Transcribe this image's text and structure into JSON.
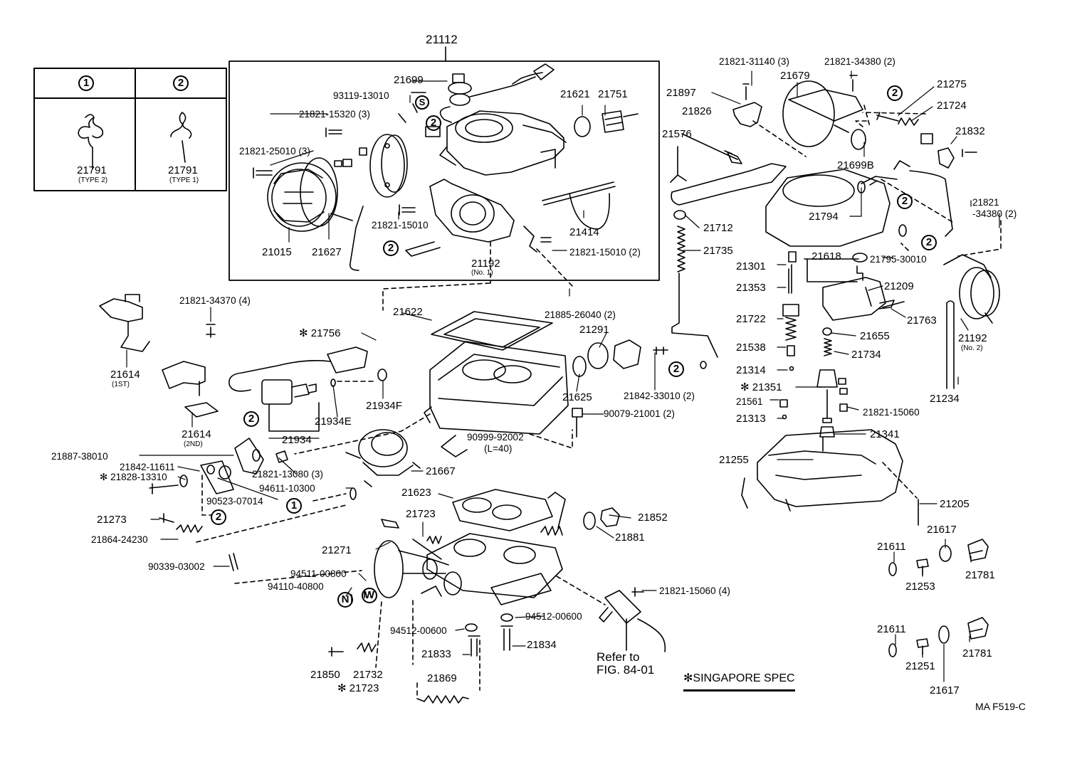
{
  "diagram": {
    "assembly_number": "21112",
    "legend": {
      "headers": [
        "1",
        "2"
      ],
      "items": [
        {
          "part": "21791",
          "type": "(TYPE 2)"
        },
        {
          "part": "21791",
          "type": "(TYPE 1)"
        }
      ]
    },
    "labels": {
      "p21699": "21699",
      "p93119": "93119-13010",
      "p21821_15320": "21821-15320 (3)",
      "p21821_25010": "21821-25010 (3)",
      "p21621": "21621",
      "p21751": "21751",
      "p21015": "21015",
      "p21627": "21627",
      "p21821_15010": "21821-15010",
      "p21414": "21414",
      "p21192_1": "21192",
      "p21192_1_sub": "(No. 1)",
      "p21821_15010_2": "21821-15010 (2)",
      "p21885": "21885-26040 (2)",
      "p21821_31140": "21821-31140 (3)",
      "p21679": "21679",
      "p21821_34380_top": "21821-34380 (2)",
      "p21275": "21275",
      "p21897": "21897",
      "p21826": "21826",
      "p21724": "21724",
      "p21832": "21832",
      "p21576": "21576",
      "p21699b": "21699B",
      "p21794": "21794",
      "p21821_34380_r1": "21821",
      "p21821_34380_r2": "-34380 (2)",
      "p21712": "21712",
      "p21795": "21795-30010",
      "p21735": "21735",
      "p21618": "21618",
      "p21301": "21301",
      "p21353": "21353",
      "p21209": "21209",
      "p21763": "21763",
      "p21722": "21722",
      "p21655": "21655",
      "p21192_2": "21192",
      "p21192_2_sub": "(No. 2)",
      "p21538": "21538",
      "p21734": "21734",
      "p21314": "21314",
      "p21351": "21351",
      "p21561": "21561",
      "p21821_15060": "21821-15060",
      "p21313": "21313",
      "p21234": "21234",
      "p21341": "21341",
      "p21255": "21255",
      "p21205": "21205",
      "p21611_a": "21611",
      "p21617_a": "21617",
      "p21781_a": "21781",
      "p21253": "21253",
      "p21611_b": "21611",
      "p21251": "21251",
      "p21781_b": "21781",
      "p21617_b": "21617",
      "p21821_34370": "21821-34370 (4)",
      "p21622": "21622",
      "p21756": "21756",
      "p21291": "21291",
      "p21614_1": "21614",
      "p21614_1_sub": "(1ST)",
      "p21614_2": "21614",
      "p21614_2_sub": "(2ND)",
      "p21842_33010": "21842-33010 (2)",
      "p21625": "21625",
      "p21934e": "21934E",
      "p21934f": "21934F",
      "p90079": "90079-21001 (2)",
      "p21934": "21934",
      "p90999": "90999-92002",
      "p90999_sub": "(L=40)",
      "p21887": "21887-38010",
      "p21842_11611": "21842-11611",
      "p21828": "21828-13310",
      "p21821_13080": "21821-13080 (3)",
      "p21667": "21667",
      "p94611": "94611-10300",
      "p90523": "90523-07014",
      "p21623": "21623",
      "p21852": "21852",
      "p21273": "21273",
      "p21723_top": "21723",
      "p21864": "21864-24230",
      "p21881": "21881",
      "p21271": "21271",
      "p90339": "90339-03002",
      "p94511": "94511-00800",
      "p94110": "94110-40800",
      "p21821_15060_4": "21821-15060 (4)",
      "p94512_a": "94512-00600",
      "p94512_b": "94512-00600",
      "p21833": "21833",
      "p21834": "21834",
      "p21850": "21850",
      "p21732": "21732",
      "p21723_bot": "21723",
      "p21869": "21869",
      "refer_1": "Refer to",
      "refer_2": "FIG. 84-01"
    },
    "callouts": {
      "one": "1",
      "two": "2",
      "s": "S",
      "n": "N",
      "w": "W"
    },
    "asterisk": "✻",
    "singapore_note": "✻SINGAPORE SPEC",
    "figure_code": "MA F519-C"
  }
}
